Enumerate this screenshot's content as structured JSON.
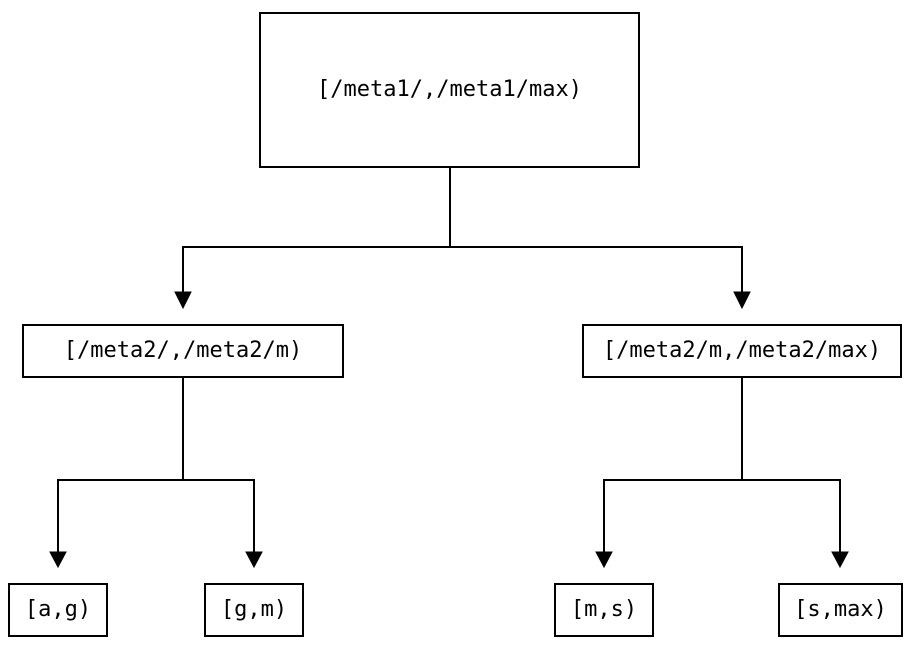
{
  "diagram": {
    "type": "tree",
    "colors": {
      "background": "#ffffff",
      "border": "#000000",
      "line": "#000000",
      "text": "#000000",
      "arrowhead": "#000000"
    },
    "nodes": {
      "root": {
        "label": "[/meta1/,/meta1/max)"
      },
      "left_child": {
        "label": "[/meta2/,/meta2/m)"
      },
      "right_child": {
        "label": "[/meta2/m,/meta2/max)"
      },
      "leaf_a_g": {
        "label": "[a,g)"
      },
      "leaf_g_m": {
        "label": "[g,m)"
      },
      "leaf_m_s": {
        "label": "[m,s)"
      },
      "leaf_s_max": {
        "label": "[s,max)"
      }
    },
    "edges": [
      {
        "from": "root",
        "to": "left_child"
      },
      {
        "from": "root",
        "to": "right_child"
      },
      {
        "from": "left_child",
        "to": "leaf_a_g"
      },
      {
        "from": "left_child",
        "to": "leaf_g_m"
      },
      {
        "from": "right_child",
        "to": "leaf_m_s"
      },
      {
        "from": "right_child",
        "to": "leaf_s_max"
      }
    ]
  }
}
